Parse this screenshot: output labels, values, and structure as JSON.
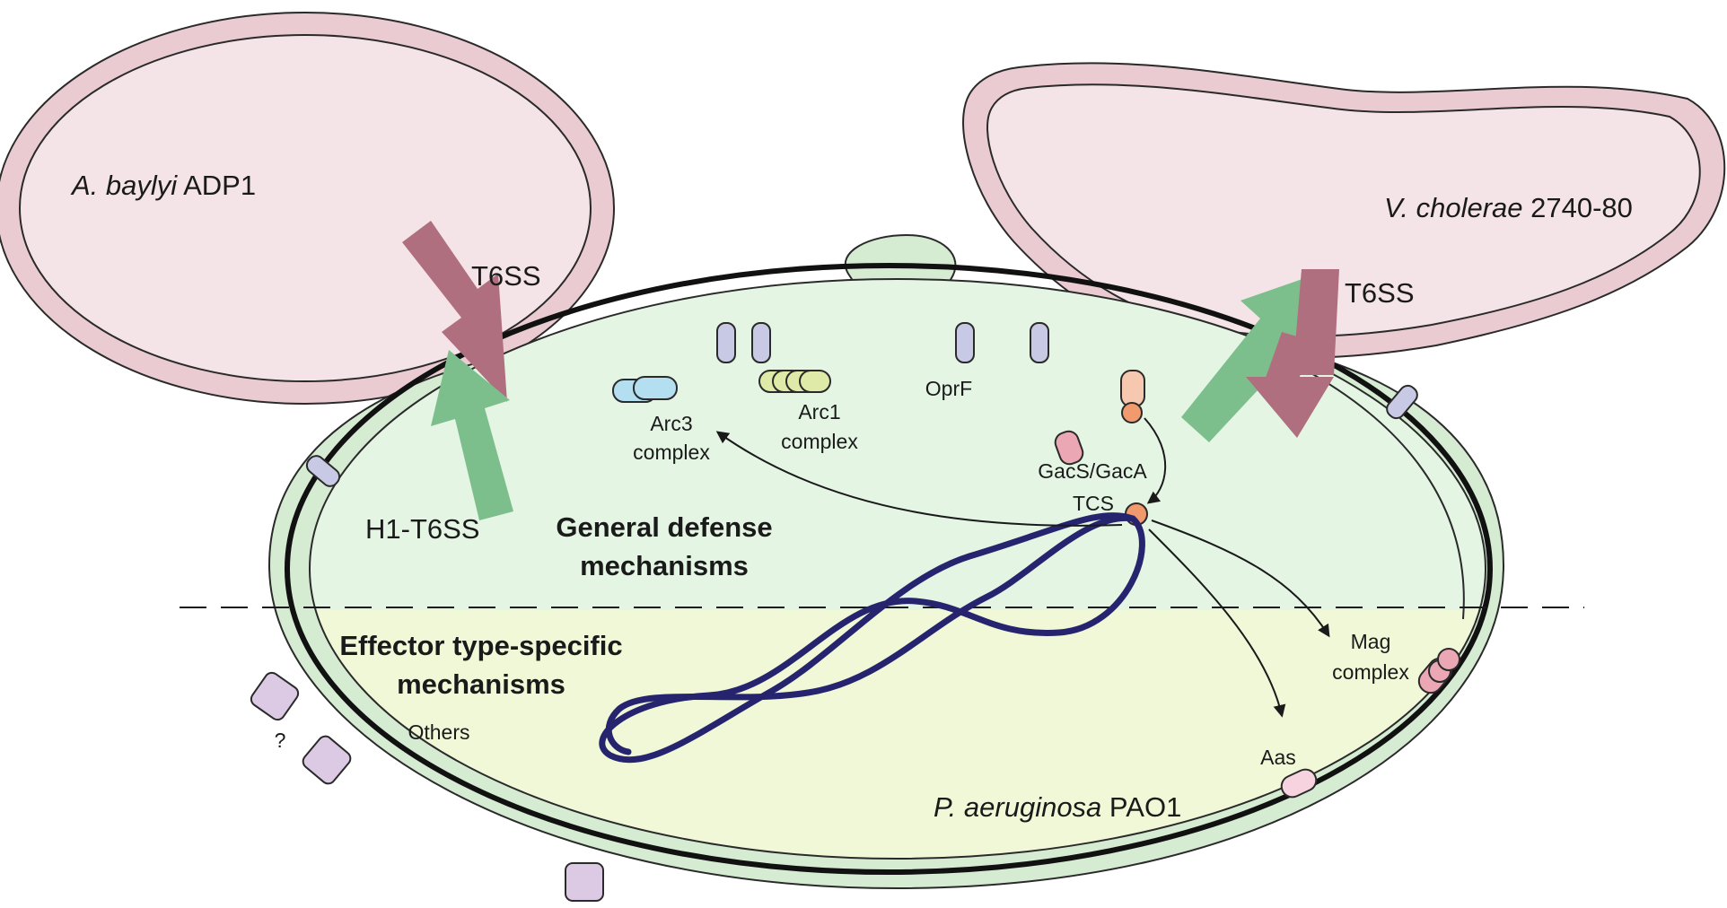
{
  "labels": {
    "abaylyi_italic": "A. baylyi",
    "abaylyi_strain": " ADP1",
    "vcholerae_italic": "V. cholerae",
    "vcholerae_strain": " 2740-80",
    "paeruginosa_italic": "P. aeruginosa",
    "paeruginosa_strain": " PAO1",
    "t6ss_left": "T6SS",
    "t6ss_right": "T6SS",
    "h1_t6ss": "H1-T6SS",
    "general_defense_line1": "General defense",
    "general_defense_line2": "mechanisms",
    "effector_specific_line1": "Effector type-specific",
    "effector_specific_line2": "mechanisms",
    "arc3_line1": "Arc3",
    "arc3_line2": "complex",
    "arc1_line1": "Arc1",
    "arc1_line2": "complex",
    "oprf": "OprF",
    "gacs_gaca_line1": "GacS/GacA",
    "gacs_gaca_line2": "TCS",
    "mag_line1": "Mag",
    "mag_line2": "complex",
    "aas": "Aas",
    "others": "Others",
    "question_mark": "?"
  },
  "colors": {
    "pink_outer": "#eacbd1",
    "pink_inner": "#f4e4e7",
    "green_outer": "#d5ecd3",
    "green_top": "#e4f5e4",
    "yellow_bottom": "#f1f8d7",
    "arrow_pink": "#b06f7f",
    "arrow_green": "#7dbf8c",
    "dna": "#27246f",
    "lavender_channel": "#c8c9e4",
    "purple_membrane_protein": "#dccae4",
    "arc3_blue": "#b3dff0",
    "arc1_yellow": "#dfe9a8",
    "orange": "#f09a6e",
    "gac_pink": "#eba8b4",
    "aas_pink": "#f7d3df"
  }
}
